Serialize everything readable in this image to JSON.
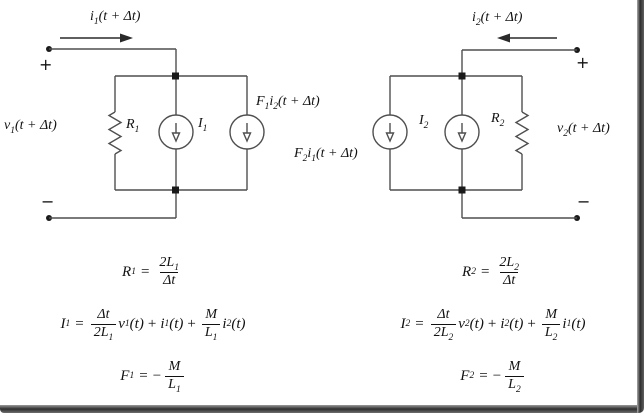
{
  "page": {
    "background": "#ffffff",
    "wire_color": "#4f4f4f",
    "text_color": "#111111",
    "shadow_color": "#3c3c3c"
  },
  "left_circuit": {
    "current_label": {
      "base": "i",
      "sub": "1",
      "args": "(t + Δt)"
    },
    "voltage_label": {
      "base": "v",
      "sub": "1",
      "args": "(t + Δt)"
    },
    "polarity_plus": "+",
    "polarity_minus": "−",
    "resistor_label": {
      "base": "R",
      "sub": "1"
    },
    "source_label": {
      "base": "I",
      "sub": "1"
    },
    "dependent_source_label": {
      "base": "F",
      "sub": "1",
      "base2": "i",
      "sub2": "2",
      "args": "(t + Δt)"
    }
  },
  "right_circuit": {
    "current_label": {
      "base": "i",
      "sub": "2",
      "args": "(t + Δt)"
    },
    "voltage_label": {
      "base": "v",
      "sub": "2",
      "args": "(t + Δt)"
    },
    "polarity_plus": "+",
    "polarity_minus": "−",
    "resistor_label": {
      "base": "R",
      "sub": "2"
    },
    "source_label": {
      "base": "I",
      "sub": "2"
    },
    "dependent_source_label": {
      "base": "F",
      "sub": "2",
      "base2": "i",
      "sub2": "1",
      "args": "(t + Δt)"
    }
  },
  "formulas": {
    "left": {
      "r": {
        "lhs": "R",
        "lhs_sub": "1",
        "eq": "=",
        "num": "2L",
        "num_sub": "1",
        "den": "Δt"
      },
      "i": {
        "lhs": "I",
        "lhs_sub": "1",
        "eq": "=",
        "f1_num": "Δt",
        "f1_den": "2L",
        "f1_den_sub": "1",
        "t1_base": "v",
        "t1_sub": "1",
        "t1_args": "(t)",
        "op1": "+",
        "t2_base": "i",
        "t2_sub": "1",
        "t2_args": "(t)",
        "op2": "+",
        "f2_num": "M",
        "f2_den": "L",
        "f2_den_sub": "1",
        "t3_base": "i",
        "t3_sub": "2",
        "t3_args": "(t)"
      },
      "f": {
        "lhs": "F",
        "lhs_sub": "1",
        "eq": "=",
        "sign": "−",
        "num": "M",
        "den": "L",
        "den_sub": "1"
      }
    },
    "right": {
      "r": {
        "lhs": "R",
        "lhs_sub": "2",
        "eq": "=",
        "num": "2L",
        "num_sub": "2",
        "den": "Δt"
      },
      "i": {
        "lhs": "I",
        "lhs_sub": "2",
        "eq": "=",
        "f1_num": "Δt",
        "f1_den": "2L",
        "f1_den_sub": "2",
        "t1_base": "v",
        "t1_sub": "2",
        "t1_args": "(t)",
        "op1": "+",
        "t2_base": "i",
        "t2_sub": "2",
        "t2_args": "(t)",
        "op2": "+",
        "f2_num": "M",
        "f2_den": "L",
        "f2_den_sub": "2",
        "t3_base": "i",
        "t3_sub": "1",
        "t3_args": "(t)"
      },
      "f": {
        "lhs": "F",
        "lhs_sub": "2",
        "eq": "=",
        "sign": "−",
        "num": "M",
        "den": "L",
        "den_sub": "2"
      }
    }
  }
}
